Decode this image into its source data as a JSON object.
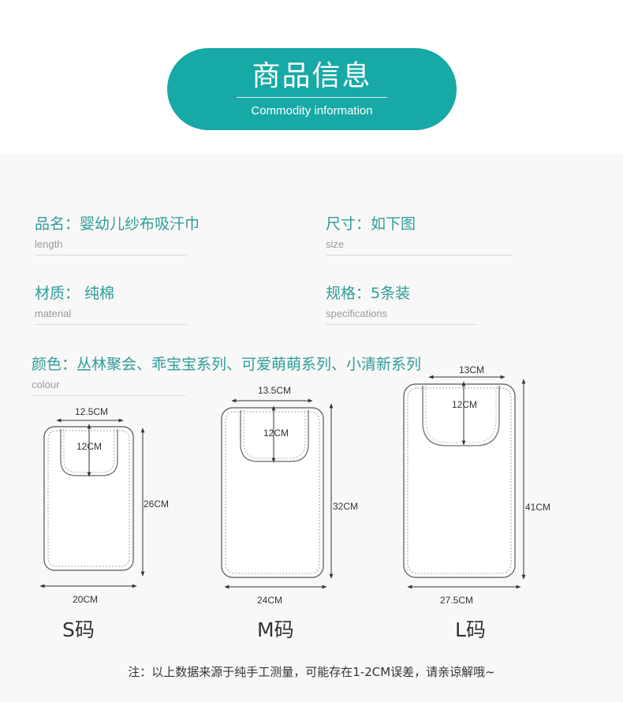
{
  "header": {
    "title": "商品信息",
    "subtitle": "Commodity information",
    "accent_color": "#17a9a6"
  },
  "info": {
    "name": {
      "label": "品名：婴幼儿纱布吸汗巾",
      "en": "length"
    },
    "size": {
      "label": "尺寸：如下图",
      "en": "size"
    },
    "material": {
      "label": "材质： 纯棉",
      "en": "material"
    },
    "spec": {
      "label": "规格：5条装",
      "en": "specifications"
    },
    "color": {
      "label": "颜色：丛林聚会、乖宝宝系列、可爱萌萌系列、小清新系列",
      "en": "colour"
    }
  },
  "sizes": {
    "s": {
      "name": "S码",
      "top_width": "12.5CM",
      "pocket": "12CM",
      "height": "26CM",
      "width": "20CM"
    },
    "m": {
      "name": "M码",
      "top_width": "13.5CM",
      "pocket": "12CM",
      "height": "32CM",
      "width": "24CM"
    },
    "l": {
      "name": "L码",
      "top_width": "13CM",
      "pocket": "12CM",
      "height": "41CM",
      "width": "27.5CM"
    }
  },
  "note": "注：以上数据来源于纯手工测量，可能存在1-2CM误差，请亲谅解哦~"
}
